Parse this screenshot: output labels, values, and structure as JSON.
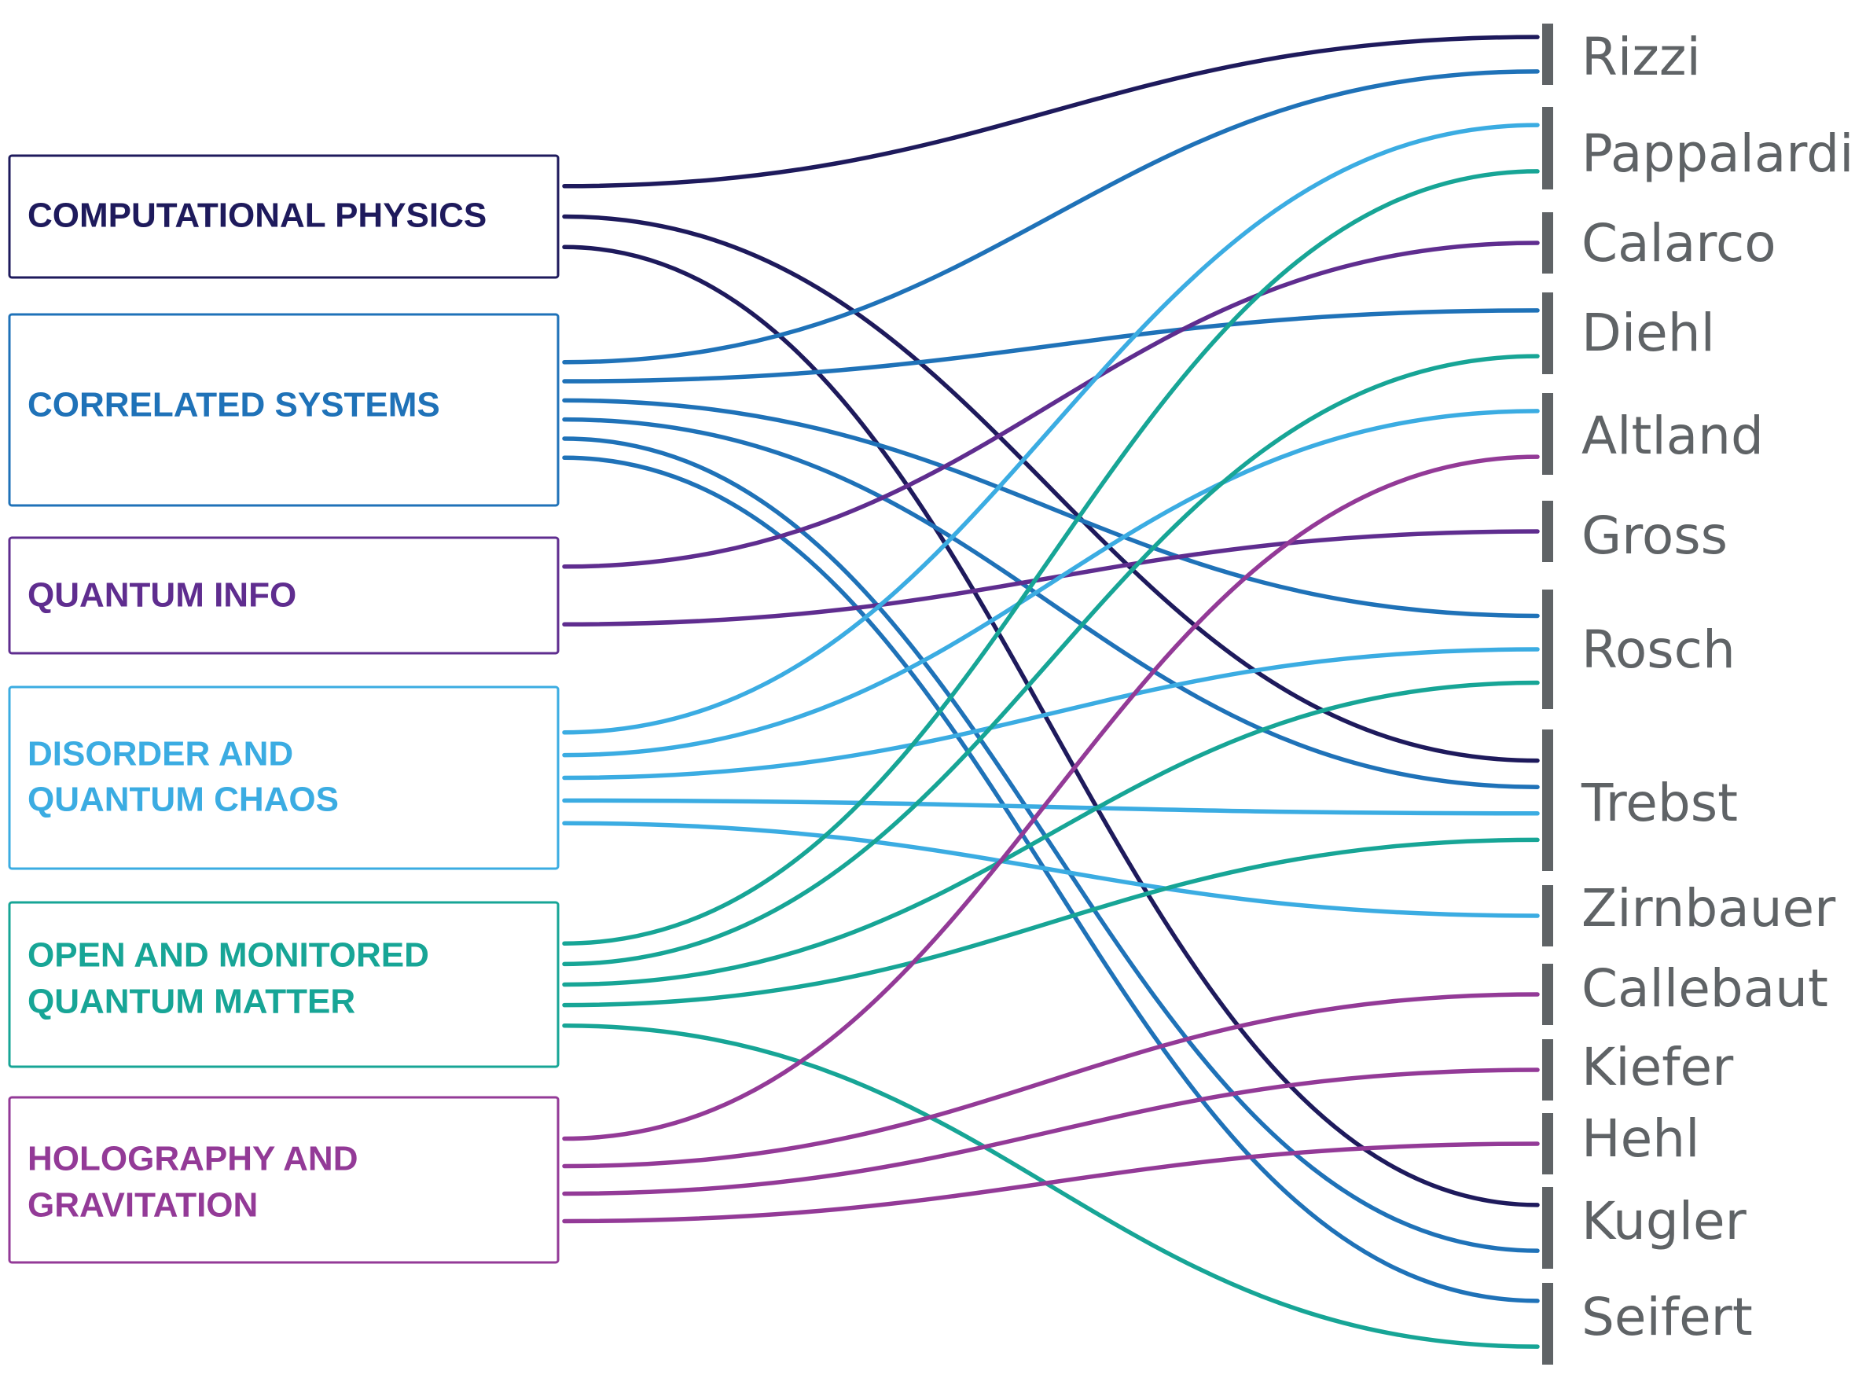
{
  "topics": [
    {
      "id": "comp",
      "lines": [
        "COMPUTATIONAL PHYSICS"
      ],
      "color": "#1e1a5c"
    },
    {
      "id": "corr",
      "lines": [
        "CORRELATED SYSTEMS"
      ],
      "color": "#1f72b8"
    },
    {
      "id": "qinfo",
      "lines": [
        "QUANTUM INFO"
      ],
      "color": "#5f2d8f"
    },
    {
      "id": "disorder",
      "lines": [
        "DISORDER AND",
        "QUANTUM CHAOS"
      ],
      "color": "#3bace2"
    },
    {
      "id": "open",
      "lines": [
        "OPEN AND MONITORED",
        "QUANTUM MATTER"
      ],
      "color": "#17a596"
    },
    {
      "id": "holo",
      "lines": [
        "HOLOGRAPHY AND",
        "GRAVITATION"
      ],
      "color": "#933a97"
    }
  ],
  "people": [
    {
      "id": "rizzi",
      "name": "Rizzi"
    },
    {
      "id": "pappalardi",
      "name": "Pappalardi"
    },
    {
      "id": "calarco",
      "name": "Calarco"
    },
    {
      "id": "diehl",
      "name": "Diehl"
    },
    {
      "id": "altland",
      "name": "Altland"
    },
    {
      "id": "gross",
      "name": "Gross"
    },
    {
      "id": "rosch",
      "name": "Rosch"
    },
    {
      "id": "trebst",
      "name": "Trebst"
    },
    {
      "id": "zirnbauer",
      "name": "Zirnbauer"
    },
    {
      "id": "callebaut",
      "name": "Callebaut"
    },
    {
      "id": "kiefer",
      "name": "Kiefer"
    },
    {
      "id": "hehl",
      "name": "Hehl"
    },
    {
      "id": "kugler",
      "name": "Kugler"
    },
    {
      "id": "seifert",
      "name": "Seifert"
    }
  ],
  "links": [
    {
      "topic": "comp",
      "person": "rizzi"
    },
    {
      "topic": "comp",
      "person": "trebst"
    },
    {
      "topic": "comp",
      "person": "kugler"
    },
    {
      "topic": "corr",
      "person": "rizzi"
    },
    {
      "topic": "corr",
      "person": "diehl"
    },
    {
      "topic": "corr",
      "person": "rosch"
    },
    {
      "topic": "corr",
      "person": "trebst"
    },
    {
      "topic": "corr",
      "person": "kugler"
    },
    {
      "topic": "corr",
      "person": "seifert"
    },
    {
      "topic": "qinfo",
      "person": "calarco"
    },
    {
      "topic": "qinfo",
      "person": "gross"
    },
    {
      "topic": "disorder",
      "person": "pappalardi"
    },
    {
      "topic": "disorder",
      "person": "altland"
    },
    {
      "topic": "disorder",
      "person": "rosch"
    },
    {
      "topic": "disorder",
      "person": "trebst"
    },
    {
      "topic": "disorder",
      "person": "zirnbauer"
    },
    {
      "topic": "open",
      "person": "pappalardi"
    },
    {
      "topic": "open",
      "person": "diehl"
    },
    {
      "topic": "open",
      "person": "rosch"
    },
    {
      "topic": "open",
      "person": "trebst"
    },
    {
      "topic": "open",
      "person": "seifert"
    },
    {
      "topic": "holo",
      "person": "altland"
    },
    {
      "topic": "holo",
      "person": "callebaut"
    },
    {
      "topic": "holo",
      "person": "kiefer"
    },
    {
      "topic": "holo",
      "person": "hehl"
    }
  ]
}
